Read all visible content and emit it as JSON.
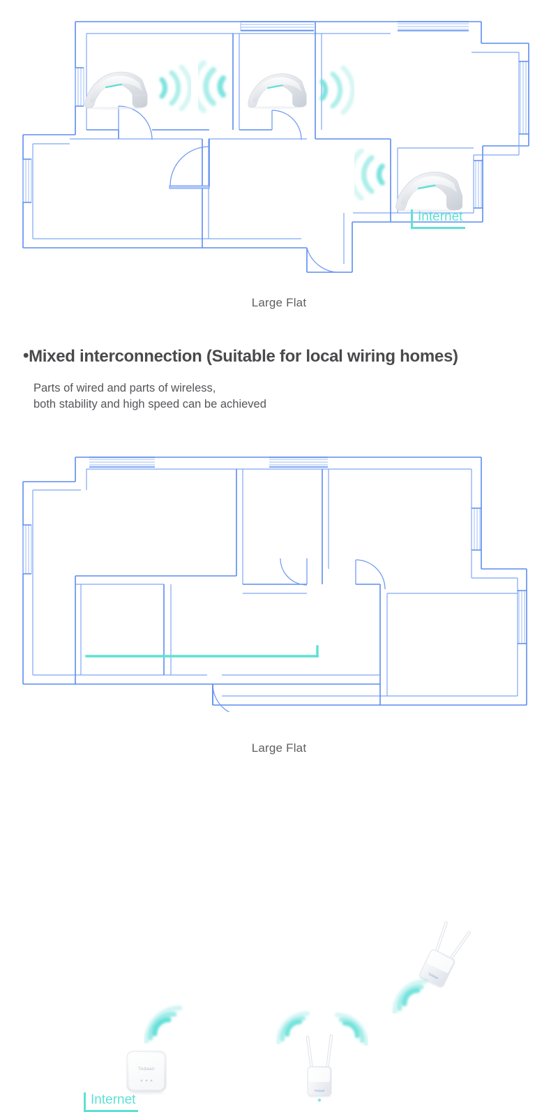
{
  "theme": {
    "background": "#ffffff",
    "wall_color": "#5b8cf0",
    "wall_color_light": "#8fb4f7",
    "accent_cyan": "#5fe0d4",
    "wifi_wave_color": "#7fe3dd",
    "heading_color": "#4a4a4d",
    "body_text_color": "#55555a",
    "caption_color": "#5e5e63"
  },
  "top_plan": {
    "name": "wireless-only-floor-plan",
    "caption": "Large Flat",
    "devices": [
      {
        "id": "arch-router-1",
        "type": "arch-router",
        "label": "",
        "room": "bedroom-left"
      },
      {
        "id": "arch-router-2",
        "type": "arch-router",
        "label": "",
        "room": "bedroom-middle"
      },
      {
        "id": "arch-router-3",
        "type": "arch-router",
        "label": "Internet",
        "room": "living-room-right"
      }
    ],
    "internet_label": "Internet"
  },
  "section": {
    "bullet": "•",
    "heading": "Mixed interconnection (Suitable for local wiring homes)",
    "subtext_line1": "Parts of wired and parts of wireless,",
    "subtext_line2": "both stability and high speed can be achieved"
  },
  "bottom_plan": {
    "name": "mixed-wired-wireless-floor-plan",
    "caption": "Large Flat",
    "devices": [
      {
        "id": "square-ap-1",
        "type": "square-ap",
        "brand": "Todaair",
        "label": "Internet",
        "room": "living-room-left"
      },
      {
        "id": "plug-extender-1",
        "type": "plug-extender",
        "brand": "Todaair",
        "label": "",
        "room": "hallway-middle"
      },
      {
        "id": "plug-extender-2",
        "type": "plug-extender",
        "brand": "Todaair",
        "label": "",
        "room": "bedroom-right"
      }
    ],
    "internet_label": "Internet",
    "wired_cable": {
      "name": "ethernet-cable",
      "color": "#5fe0d4"
    }
  },
  "icons": {
    "wifi_wave": "wifi-wave-icon",
    "arch_router": "arch-router-icon",
    "square_ap": "square-access-point-icon",
    "plug_extender": "plug-range-extender-icon",
    "door_arc": "door-arc-icon",
    "window": "window-icon"
  }
}
